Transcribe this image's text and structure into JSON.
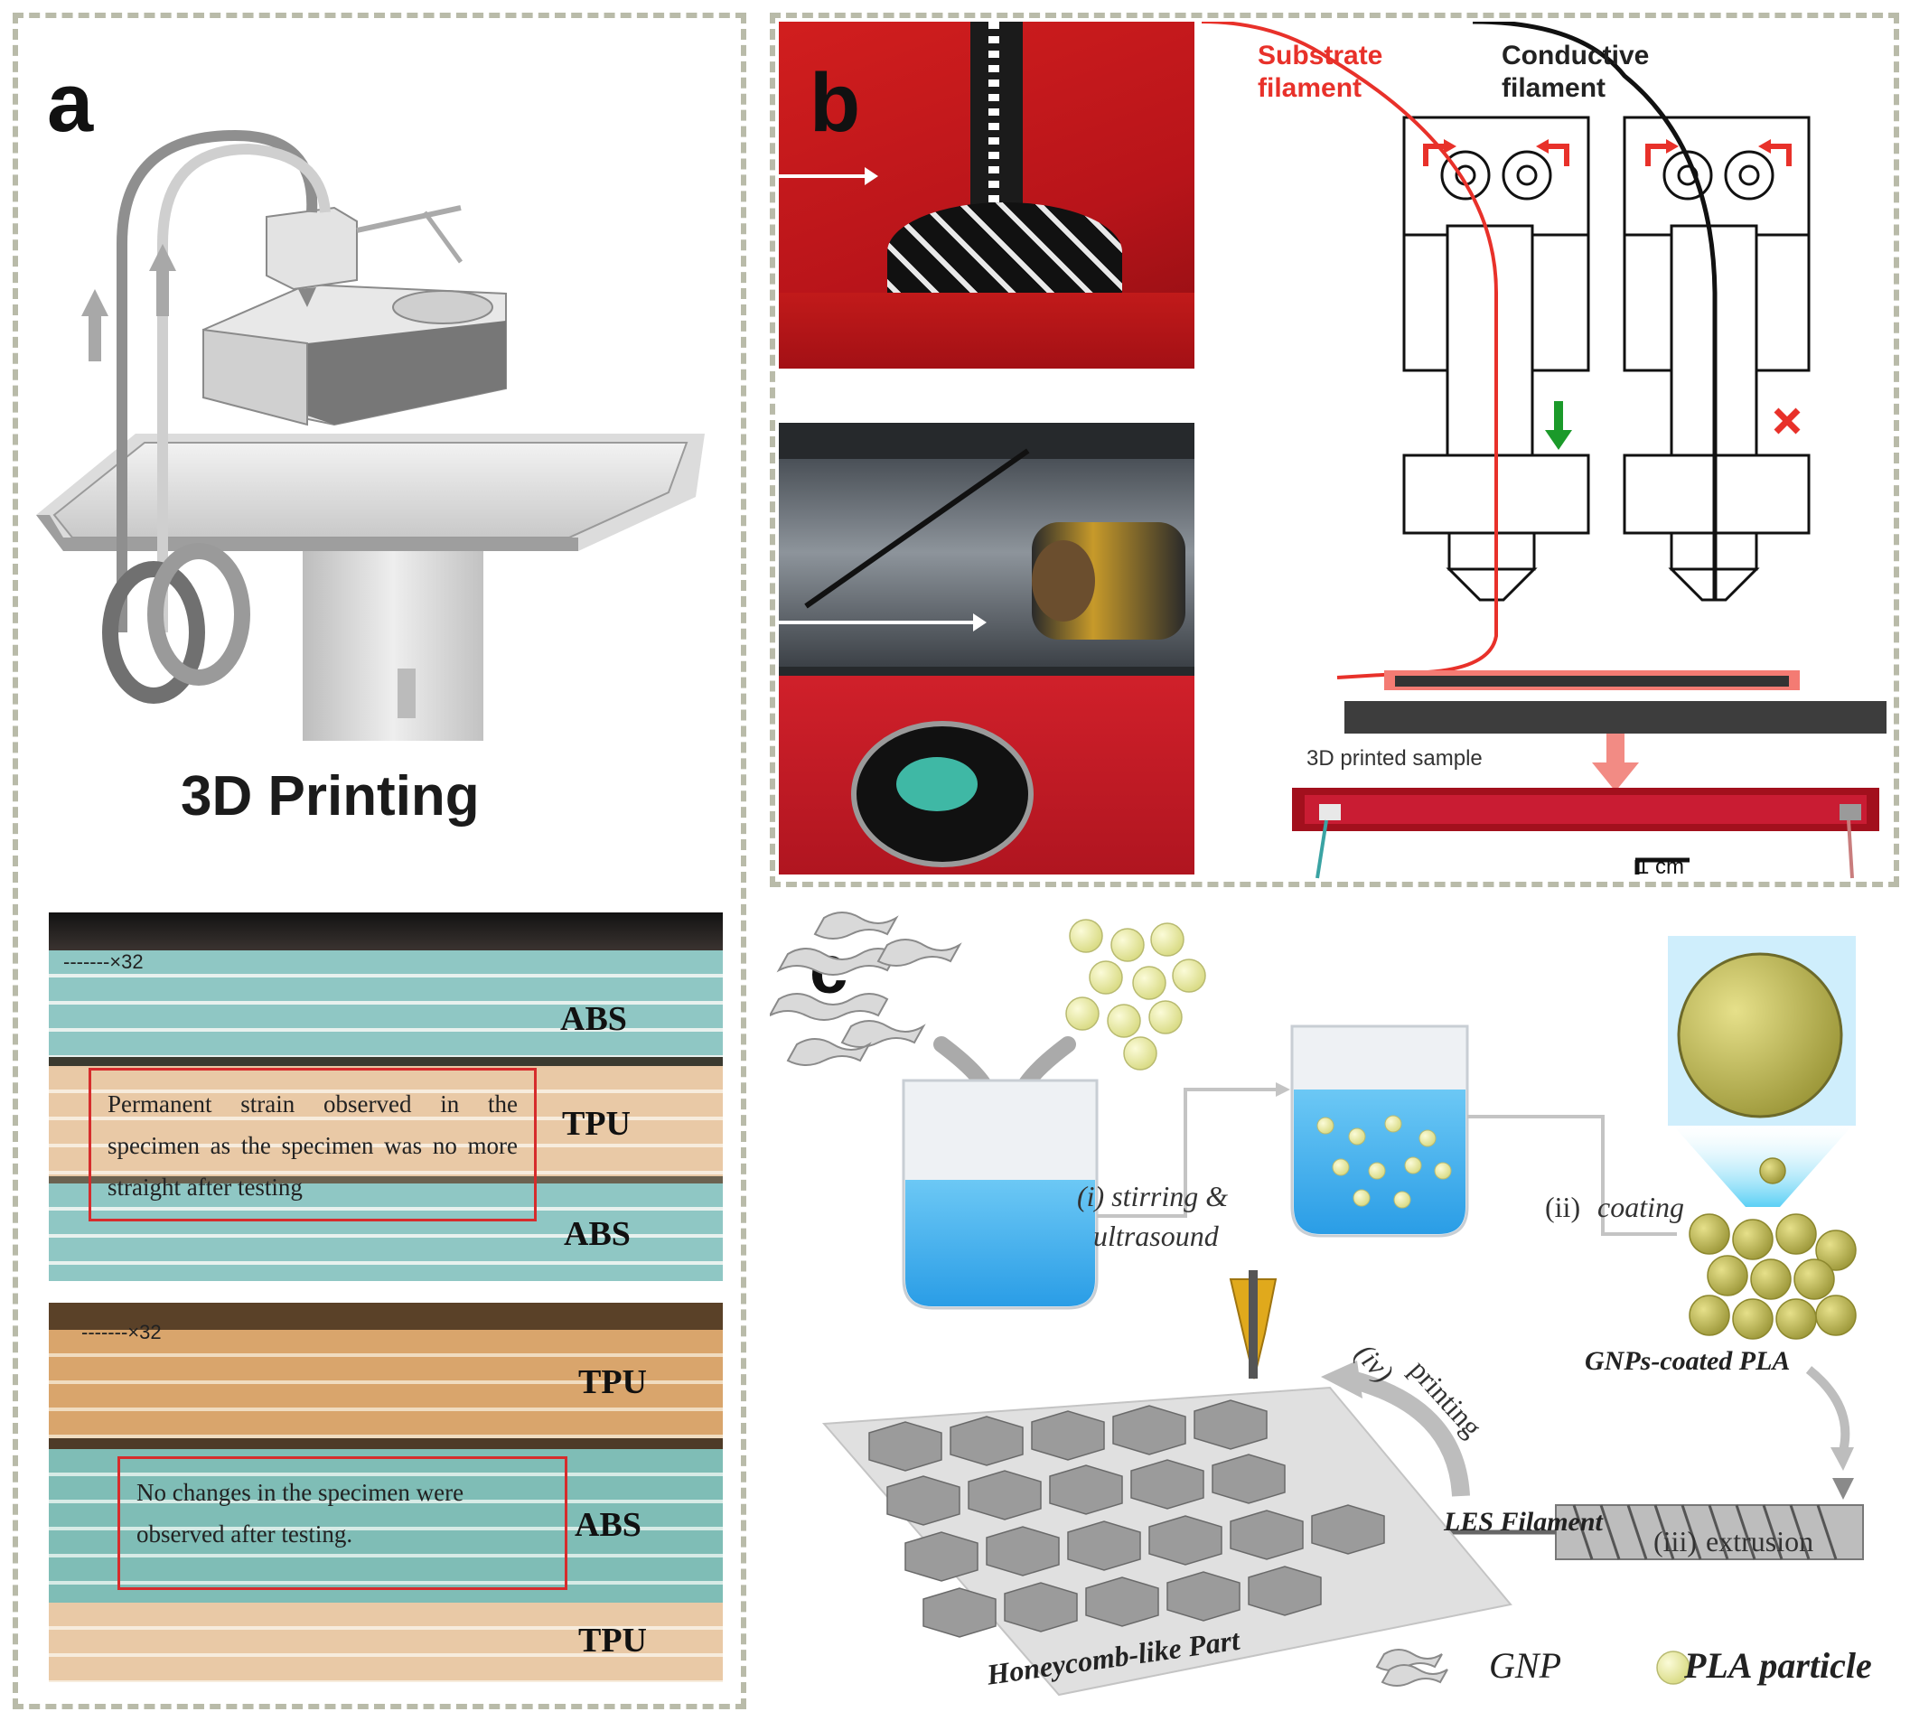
{
  "panel_a": {
    "label": "a",
    "printer_caption": "3D Printing",
    "micrograph_top": {
      "scale": "-------×32",
      "layers": [
        "ABS",
        "TPU",
        "ABS"
      ],
      "note": "Permanent strain observed in the specimen as the specimen was no more straight after testing"
    },
    "micrograph_bottom": {
      "scale": "-------×32",
      "layers": [
        "TPU",
        "ABS",
        "TPU"
      ],
      "note": "No changes in the specimen were observed after testing."
    }
  },
  "panel_b": {
    "label": "b",
    "substrate_filament": "Substrate filament",
    "conductive_filament": "Conductive filament",
    "sample_label": "3D printed sample",
    "scale_bar": "1 cm",
    "colors": {
      "substrate": "#e8312a",
      "conductive": "#111111",
      "accept": "#1b9a2a",
      "reject": "#e8312a"
    }
  },
  "panel_c": {
    "label": "c",
    "step1_a": "(i) stirring &",
    "step1_b": "ultrasound",
    "step2_a": "(ii)",
    "step2_b": "coating",
    "step3_a": "(iii)",
    "step3_b": "extrusion",
    "step4_a": "(iv)",
    "step4_b": "printing",
    "coated_label": "GNPs-coated PLA",
    "filament_label": "LES Filament",
    "part_label": "Honeycomb-like Part",
    "legend_gnp": "GNP",
    "legend_pla": "PLA particle",
    "colors": {
      "water": "#3aaef0",
      "pla": "#e8eaa0",
      "coated": "#c9c45a",
      "nozzle": "#e0a91c"
    }
  }
}
